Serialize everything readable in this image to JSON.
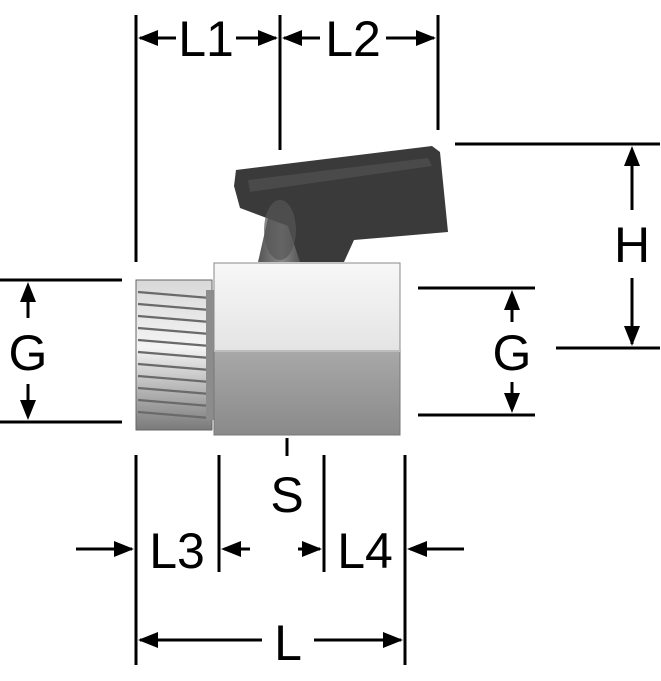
{
  "labels": {
    "l1": "L1",
    "l2": "L2",
    "h": "H",
    "g_left": "G",
    "g_right": "G",
    "s": "S",
    "l3": "L3",
    "l4": "L4",
    "l": "L"
  },
  "colors": {
    "line": "#000000",
    "handle": "#333333",
    "body_light": "#f2f2f2",
    "body_dark": "#9a9a9a",
    "thread": "#b8b8b8"
  }
}
